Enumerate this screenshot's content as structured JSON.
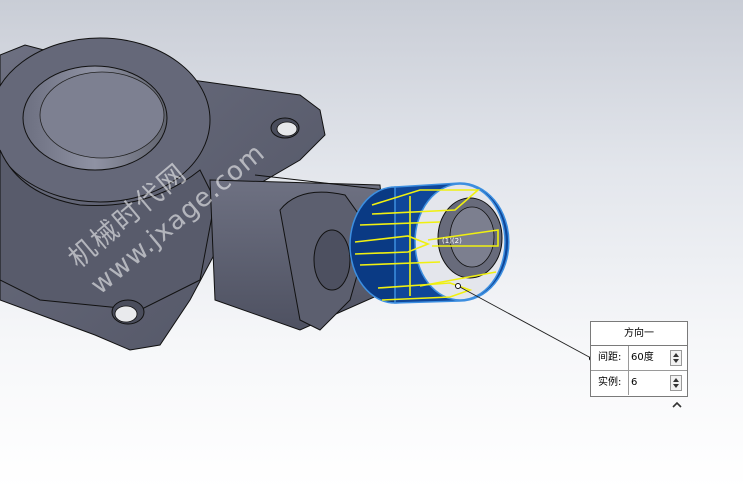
{
  "watermark": {
    "line1": "机械时代网",
    "line2": "www.jxage.com"
  },
  "callout": {
    "title": "方向一",
    "rows": [
      {
        "label": "间距:",
        "value": "60度"
      },
      {
        "label": "实例:",
        "value": "6"
      }
    ]
  },
  "colors": {
    "model_body": "#5f6273",
    "selection_fill": "#0a3a84",
    "selection_edge": "#3d8fe0",
    "preview_lines": "#f0f010"
  }
}
